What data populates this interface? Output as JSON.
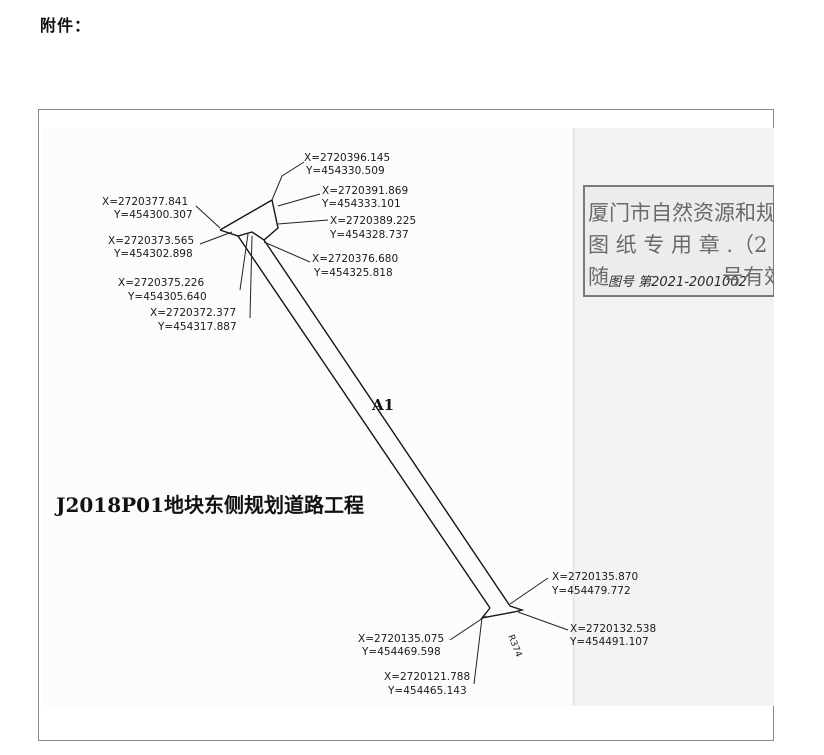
{
  "heading": "附件：",
  "drawing": {
    "project_title": "J2018P01地块东侧规划道路工程",
    "road_label": "A1",
    "radius_label": "R374",
    "stamp": {
      "line1": "厦门市自然资源和规划局",
      "line2": "图 纸 专 用 章 .（2",
      "line3_left": "随",
      "line3_right": "号有效",
      "handwritten": "图号 第2021-2001002"
    },
    "coordinates": {
      "c1": {
        "x": "X=2720396.145",
        "y": "Y=454330.509"
      },
      "c2": {
        "x": "X=2720391.869",
        "y": "Y=454333.101"
      },
      "c3": {
        "x": "X=2720389.225",
        "y": "Y=454328.737"
      },
      "c4": {
        "x": "X=2720377.841",
        "y": "Y=454300.307"
      },
      "c5": {
        "x": "X=2720373.565",
        "y": "Y=454302.898"
      },
      "c6": {
        "x": "X=2720376.680",
        "y": "Y=454325.818"
      },
      "c7": {
        "x": "X=2720375.226",
        "y": "Y=454305.640"
      },
      "c8": {
        "x": "X=2720372.377",
        "y": "Y=454317.887"
      },
      "c9": {
        "x": "X=2720135.870",
        "y": "Y=454479.772"
      },
      "c10": {
        "x": "X=2720132.538",
        "y": "Y=454491.107"
      },
      "c11": {
        "x": "X=2720135.075",
        "y": "Y=454469.598"
      },
      "c12": {
        "x": "X=2720121.788",
        "y": "Y=454465.143"
      }
    }
  }
}
